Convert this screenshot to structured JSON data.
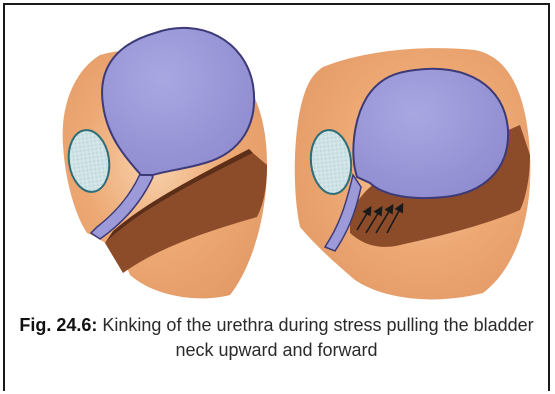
{
  "figure": {
    "number_label": "Fig. 24.6:",
    "caption_text": "Kinking of the urethra during stress pulling the bladder neck upward and forward"
  },
  "colors": {
    "bladder": "#9c9ad8",
    "bladder_outline": "#3d3a78",
    "pelvic_tissue": "#e9a472",
    "pelvic_tissue_light": "#f5c9a3",
    "vaginal_wall": "#8a4a28",
    "pubic_bone": "#c8dde0",
    "pubic_bone_outline": "#2e6e78",
    "arrow": "#1a1a1a"
  },
  "panels": [
    {
      "name": "resting-state",
      "arrows": 0
    },
    {
      "name": "stress-state",
      "arrows": 4
    }
  ]
}
